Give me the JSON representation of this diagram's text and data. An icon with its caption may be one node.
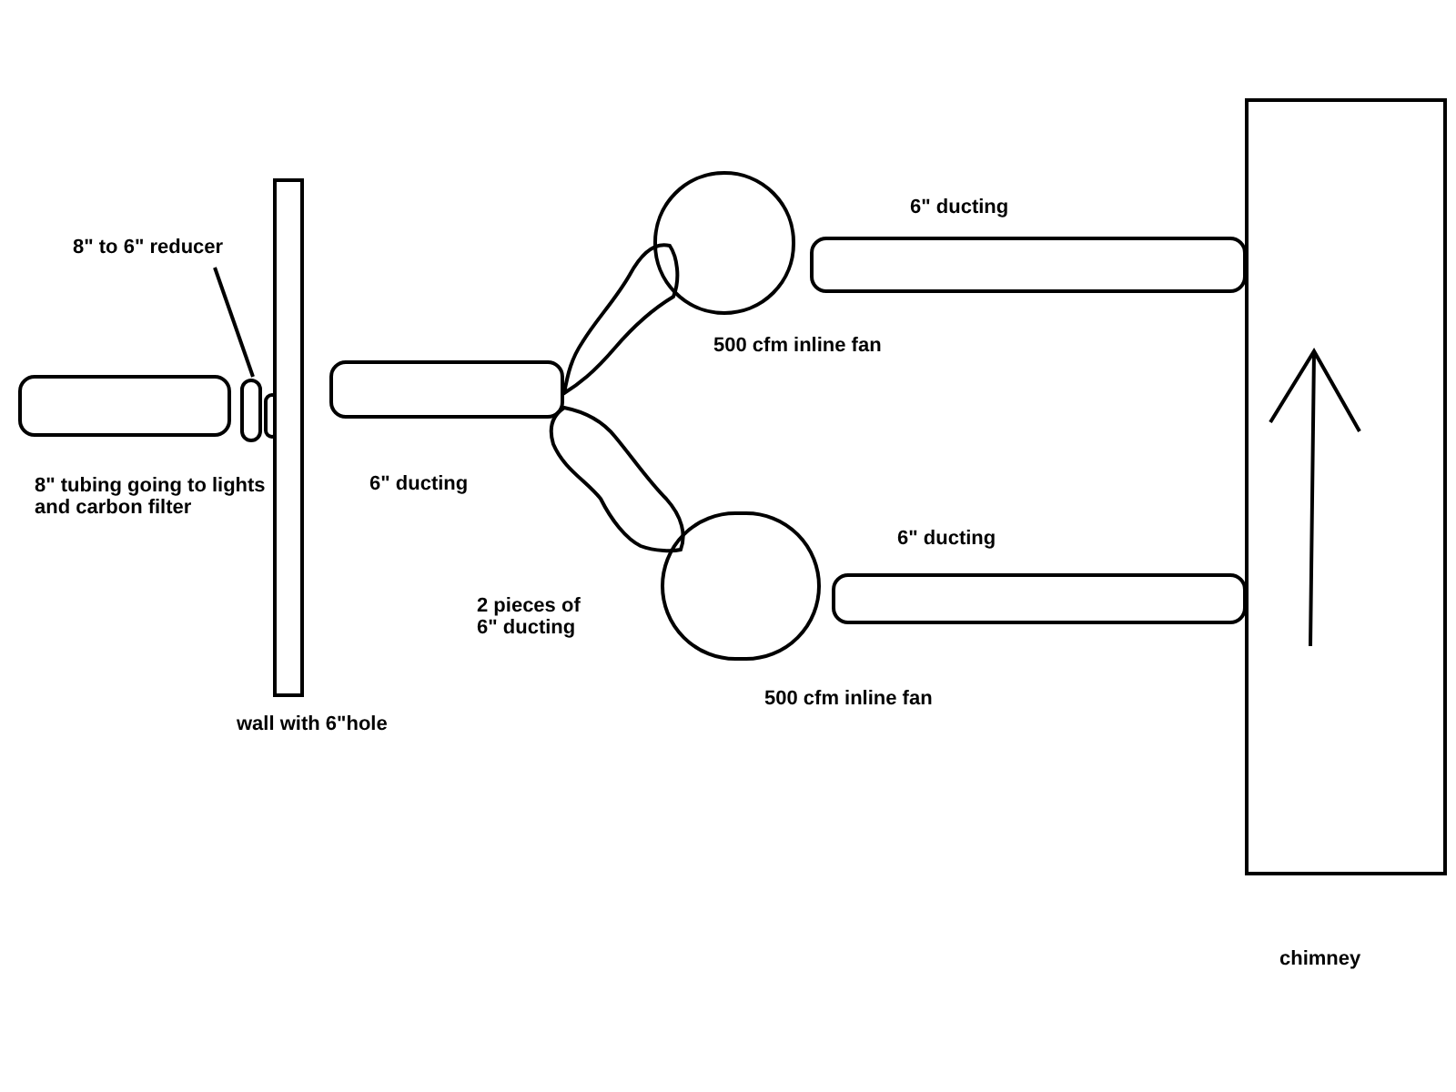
{
  "diagram": {
    "nodes": [
      {
        "text": [
          "8\" tubing going to lights and carbon filter"
        ]
      },
      {
        "text": [
          "8\" to 6\" reducer"
        ]
      },
      {
        "text": [],
        "shape": "oval"
      },
      {
        "text": [
          "wall with 6\"hole"
        ]
      },
      {
        "text": [
          "6\" ducting"
        ]
      },
      {
        "text": [],
        "shape": "tube"
      },
      {
        "text": [],
        "shape": "tube"
      },
      {
        "text": [
          "500 cfm inline fan"
        ]
      },
      {
        "text": [
          "500 cfm inline fan"
        ]
      },
      {
        "text": [
          "6\" ducting"
        ]
      },
      {
        "text": [
          "6\" ducting"
        ]
      },
      {
        "text": [
          "chimney"
        ]
      }
    ],
    "edges": [
      {
        "from": 1,
        "to": 2,
        "arrow": "none"
      }
    ],
    "labels": [
      "2 pieces of 6\" ducting"
    ]
  }
}
